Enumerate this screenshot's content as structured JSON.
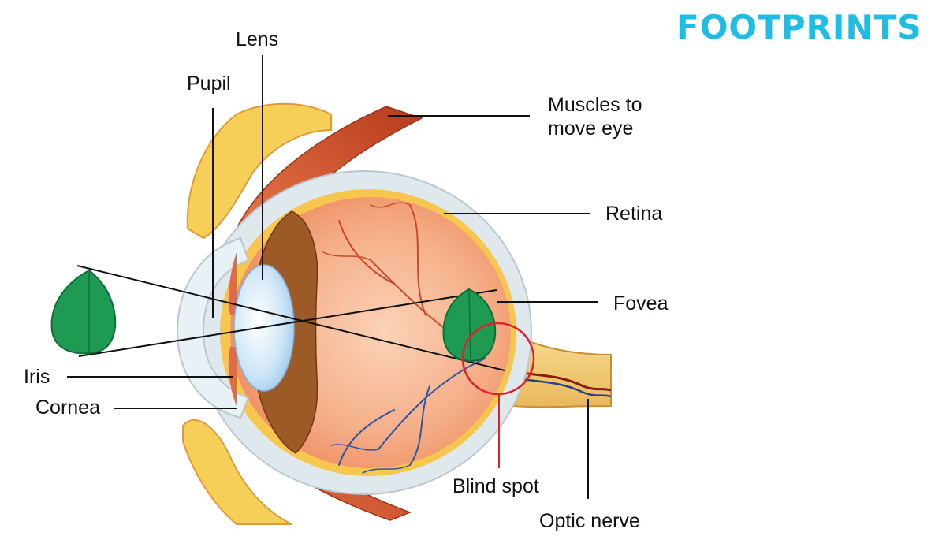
{
  "brand": {
    "name": "FOOTPRINTS",
    "color": "#1fbde3"
  },
  "labels": {
    "lens": "Lens",
    "pupil": "Pupil",
    "muscles": "Muscles to\nmove eye",
    "retina": "Retina",
    "fovea": "Fovea",
    "iris": "Iris",
    "cornea": "Cornea",
    "blind_spot": "Blind spot",
    "optic_nerve": "Optic nerve"
  },
  "colors": {
    "label_text": "#111111",
    "leader_line": "#111111",
    "blind_spot_marker": "#e0202a",
    "leaf": "#1e9a52",
    "sclera": "#dfe8ec",
    "retina_inner": "#f4a77f",
    "muscle": "#c84a27",
    "bone": "#f6cf58",
    "optic_nerve": "#f2cf6e"
  }
}
